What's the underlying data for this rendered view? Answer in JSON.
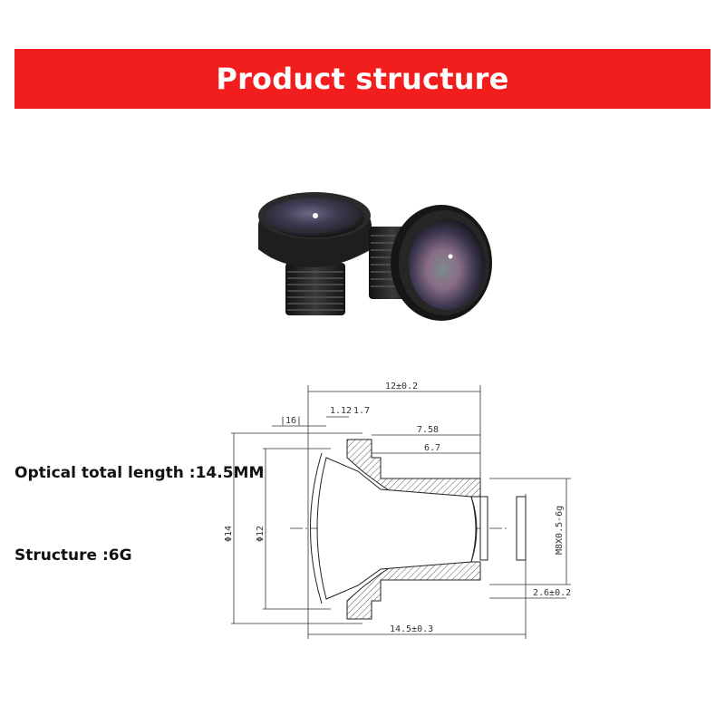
{
  "banner": {
    "title": "Product structure"
  },
  "specs": {
    "length": "Optical total length :14.5MM",
    "structure": "Structure :6G"
  },
  "drawing": {
    "dims": {
      "top_width": "12±0.2",
      "d16": "|16|",
      "d112": "1.12",
      "d17": "1.7",
      "d758": "7.58",
      "d67": "6.7",
      "phi14": "Φ14",
      "phi12": "Φ12",
      "thread": "M8X0.5-6g",
      "back_focus": "2.6±0.2",
      "total": "14.5±0.3"
    }
  },
  "colors": {
    "banner": "#f21d1d",
    "lens_body": "#1c1c1c"
  }
}
